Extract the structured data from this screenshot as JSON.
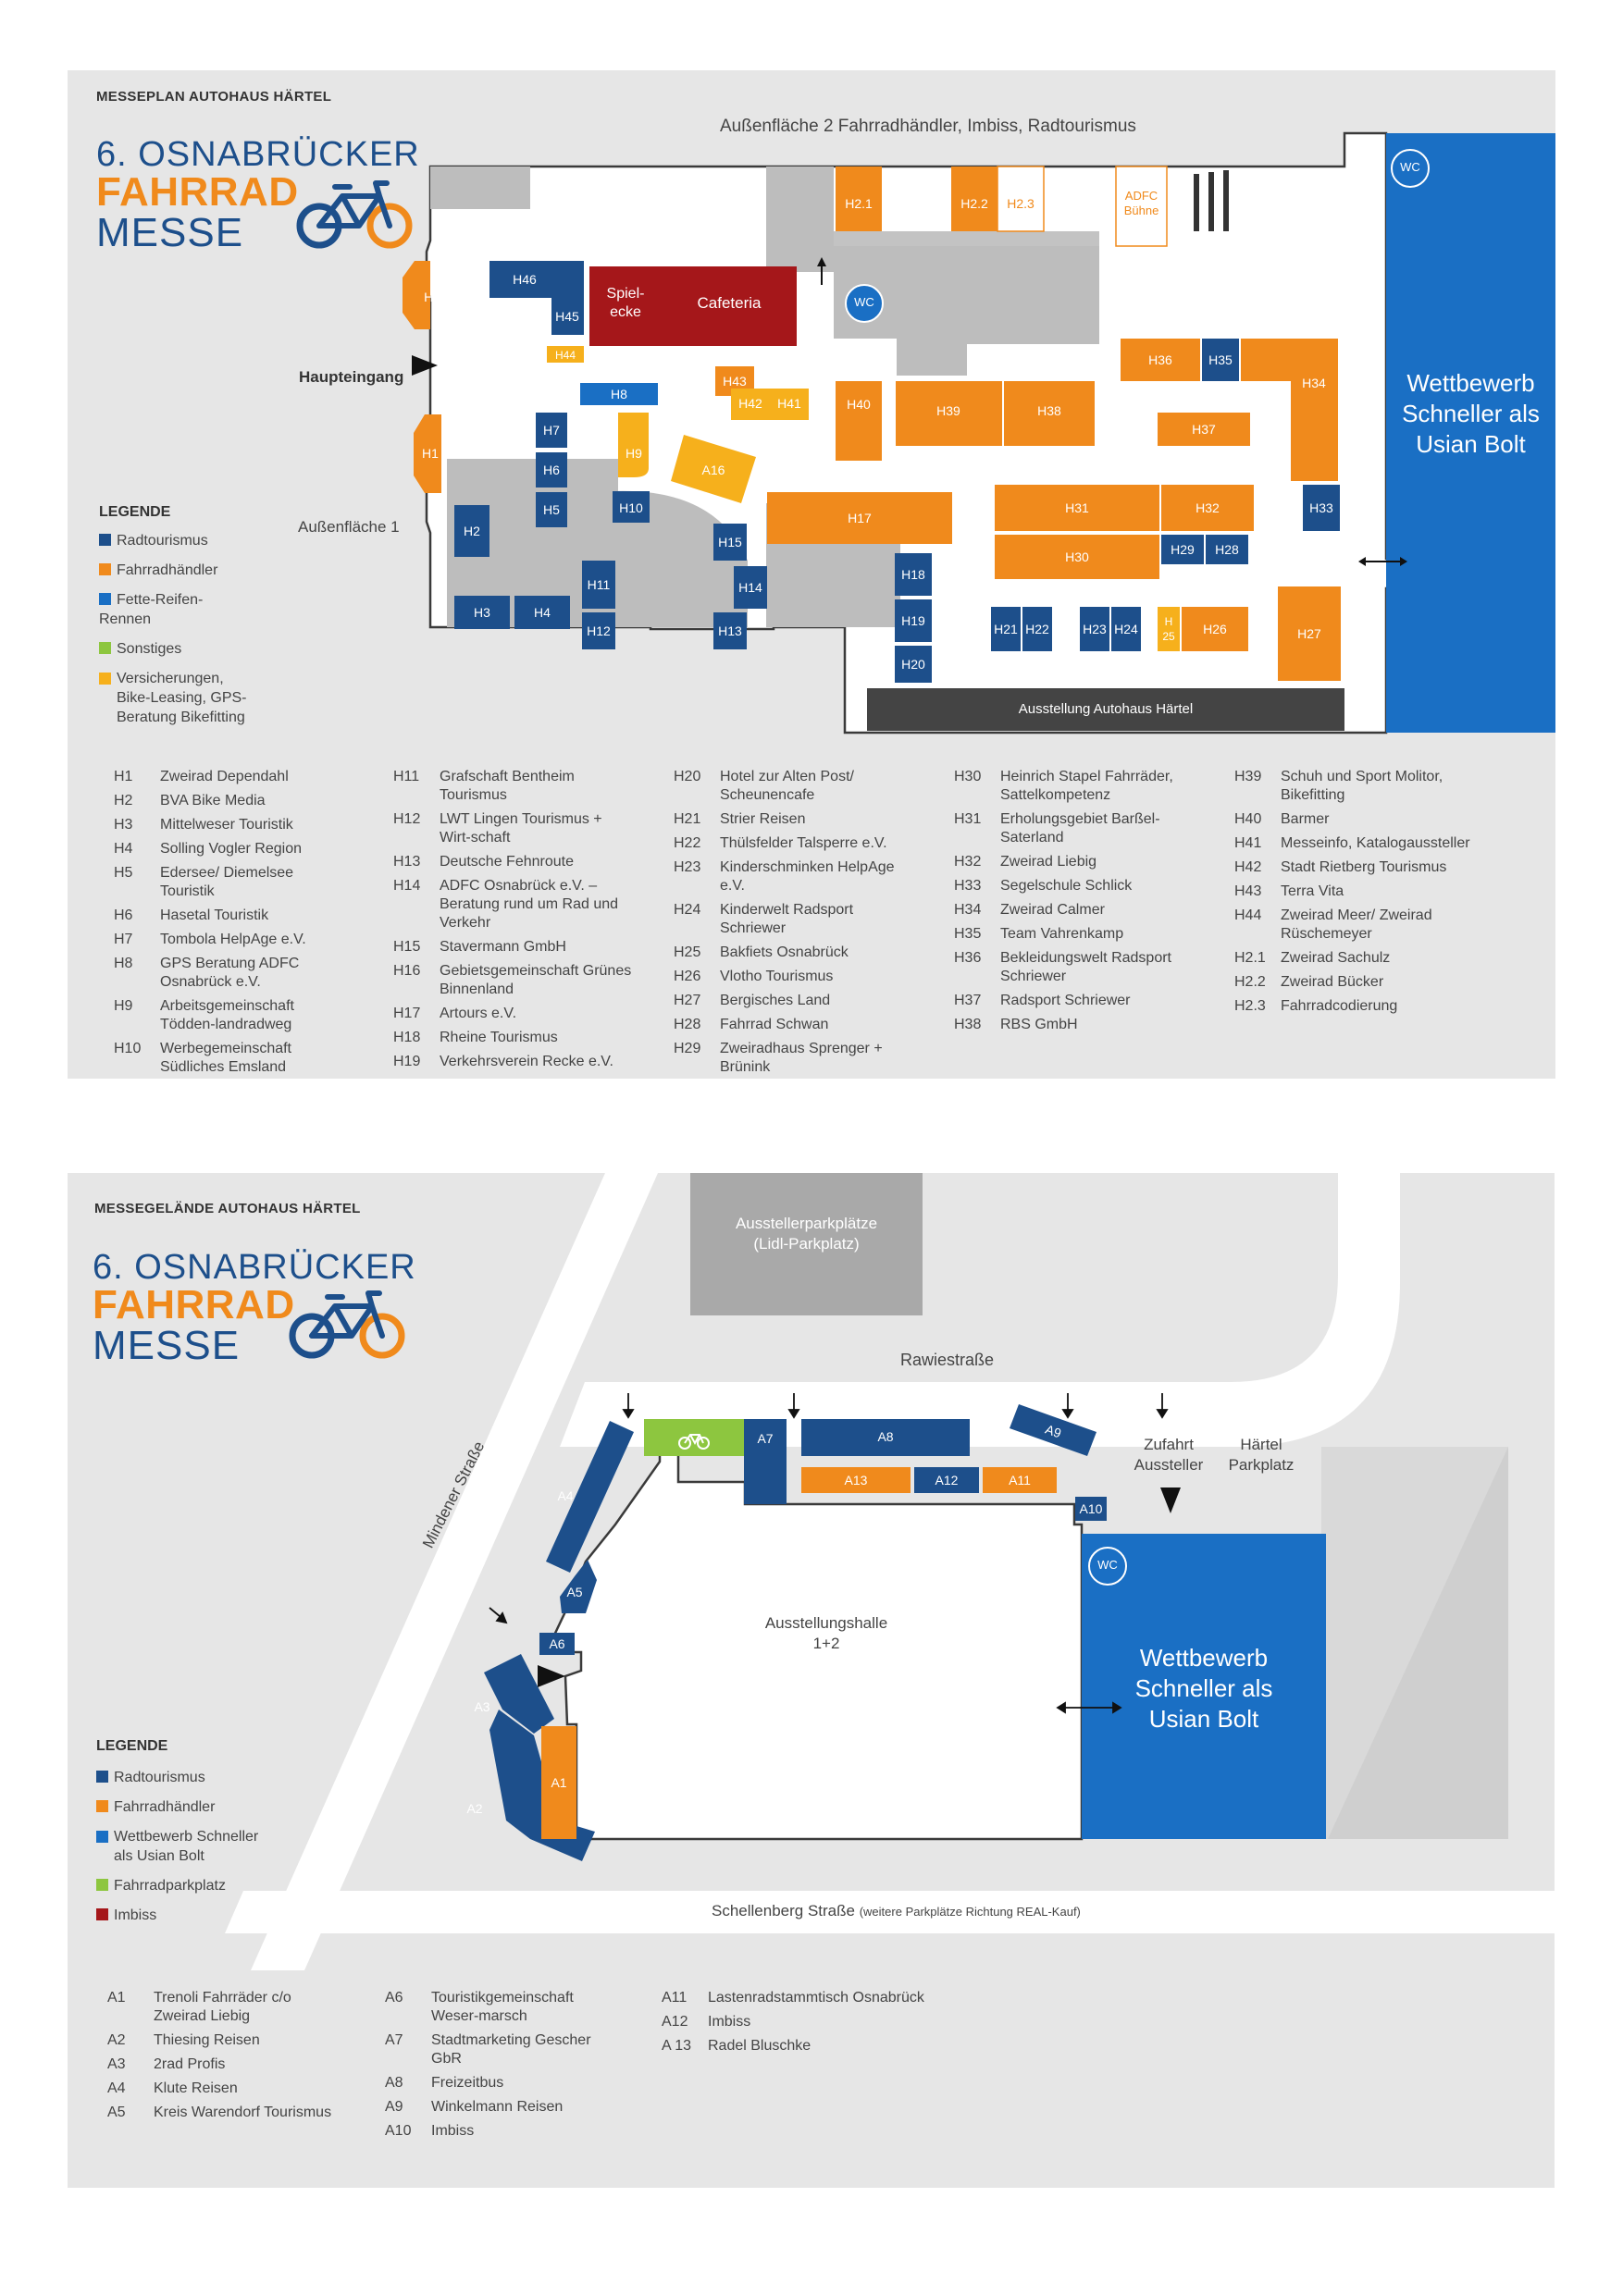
{
  "panel1": {
    "title": "MESSEPLAN AUTOHAUS HÄRTEL",
    "logo": {
      "line1": "6. OSNABRÜCKER",
      "line2": "FAHRRAD",
      "line3": "MESSE"
    },
    "labels": {
      "aussen2": "Außenfläche 2 Fahrradhändler, Imbiss, Radtourismus",
      "haupteingang": "Haupteingang",
      "aussen1": "Außenfläche 1",
      "wc": "WC",
      "wettbewerb": [
        "Wettbewerb",
        "Schneller als",
        "Usian Bolt"
      ],
      "ausstellung": "Ausstellung Autohaus Härtel",
      "cafeteria": "Cafeteria",
      "spielecke": [
        "Spiel-",
        "ecke"
      ],
      "adfc": [
        "ADFC",
        "Bühne"
      ]
    },
    "legend_title": "LEGENDE",
    "legend": [
      {
        "label": "Radtourismus",
        "color": "#1d4f8b"
      },
      {
        "label": "Fahrradhändler",
        "color": "#f08a1c"
      },
      {
        "label": "Fette-Reifen-Rennen",
        "color": "#1a6fc4"
      },
      {
        "label": "Sonstiges",
        "color": "#8dc63f"
      },
      {
        "label": "Versicherungen, Bike-Leasing, GPS-Beratung Bikefitting",
        "color": "#f6b01c"
      }
    ],
    "list_columns": [
      [
        {
          "id": "H1",
          "name": "Zweirad Dependahl"
        },
        {
          "id": "H2",
          "name": "BVA Bike Media"
        },
        {
          "id": "H3",
          "name": "Mittelweser Touristik"
        },
        {
          "id": "H4",
          "name": "Solling Vogler Region"
        },
        {
          "id": "H5",
          "name": "Edersee/ Diemelsee Touristik"
        },
        {
          "id": "H6",
          "name": "Hasetal Touristik"
        },
        {
          "id": "H7",
          "name": "Tombola HelpAge e.V."
        },
        {
          "id": "H8",
          "name": "GPS Beratung ADFC Osnabrück e.V."
        },
        {
          "id": "H9",
          "name": "Arbeitsgemeinschaft Tödden-landradweg"
        },
        {
          "id": "H10",
          "name": "Werbegemeinschaft Südliches Emsland"
        }
      ],
      [
        {
          "id": "H11",
          "name": "Grafschaft Bentheim Tourismus"
        },
        {
          "id": "H12",
          "name": "LWT Lingen Tourismus + Wirt-schaft"
        },
        {
          "id": "H13",
          "name": "Deutsche Fehnroute"
        },
        {
          "id": "H14",
          "name": "ADFC Osnabrück e.V. – Beratung rund um Rad und Verkehr"
        },
        {
          "id": "H15",
          "name": "Stavermann GmbH"
        },
        {
          "id": "H16",
          "name": "Gebietsgemeinschaft Grünes Binnenland"
        },
        {
          "id": "H17",
          "name": "Artours e.V."
        },
        {
          "id": "H18",
          "name": "Rheine Tourismus"
        },
        {
          "id": "H19",
          "name": "Verkehrsverein Recke  e.V."
        }
      ],
      [
        {
          "id": "H20",
          "name": "Hotel zur Alten Post/ Scheunencafe"
        },
        {
          "id": "H21",
          "name": "Strier Reisen"
        },
        {
          "id": "H22",
          "name": "Thülsfelder Talsperre e.V."
        },
        {
          "id": "H23",
          "name": "Kinderschminken HelpAge e.V."
        },
        {
          "id": "H24",
          "name": "Kinderwelt Radsport Schriewer"
        },
        {
          "id": "H25",
          "name": "Bakfiets Osnabrück"
        },
        {
          "id": "H26",
          "name": "Vlotho Tourismus"
        },
        {
          "id": "H27",
          "name": "Bergisches Land"
        },
        {
          "id": "H28",
          "name": "Fahrrad Schwan"
        },
        {
          "id": "H29",
          "name": "Zweiradhaus Sprenger + Brünink"
        }
      ],
      [
        {
          "id": "H30",
          "name": "Heinrich Stapel Fahrräder, Sattelkompetenz"
        },
        {
          "id": "H31",
          "name": "Erholungsgebiet Barßel-Saterland"
        },
        {
          "id": "H32",
          "name": "Zweirad Liebig"
        },
        {
          "id": "H33",
          "name": "Segelschule Schlick"
        },
        {
          "id": "H34",
          "name": "Zweirad Calmer"
        },
        {
          "id": "H35",
          "name": "Team Vahrenkamp"
        },
        {
          "id": "H36",
          "name": "Bekleidungswelt Radsport Schriewer"
        },
        {
          "id": "H37",
          "name": "Radsport Schriewer"
        },
        {
          "id": "H38",
          "name": "RBS GmbH"
        }
      ],
      [
        {
          "id": "H39",
          "name": "Schuh und Sport Molitor, Bikefitting"
        },
        {
          "id": "H40",
          "name": "Barmer"
        },
        {
          "id": "H41",
          "name": "Messeinfo, Katalogaussteller"
        },
        {
          "id": "H42",
          "name": "Stadt Rietberg Tourismus"
        },
        {
          "id": "H43",
          "name": "Terra Vita"
        },
        {
          "id": "H44",
          "name": "Zweirad Meer/ Zweirad Rüschemeyer"
        },
        {
          "id": "H2.1",
          "name": "Zweirad Sachulz"
        },
        {
          "id": "H2.2",
          "name": "Zweirad Bücker"
        },
        {
          "id": "H2.3",
          "name": "Fahrradcodierung"
        }
      ]
    ]
  },
  "panel2": {
    "title": "MESSEGELÄNDE AUTOHAUS HÄRTEL",
    "logo": {
      "line1": "6. OSNABRÜCKER",
      "line2": "FAHRRAD",
      "line3": "MESSE"
    },
    "labels": {
      "parkplaetze": [
        "Ausstellerparkplätze",
        "(Lidl-Parkplatz)"
      ],
      "rawie": "Rawiestraße",
      "mindener": "Mindener Straße",
      "zufahrt": [
        "Zufahrt",
        "Aussteller"
      ],
      "haertel": [
        "Härtel",
        "Parkplatz"
      ],
      "halle": [
        "Ausstellungshalle",
        "1+2"
      ],
      "wc": "WC",
      "wettbewerb": [
        "Wettbewerb",
        "Schneller als",
        "Usian Bolt"
      ],
      "schellenberg": "Schellenberg Straße",
      "schellenberg_note": "(weitere Parkplätze Richtung REAL-Kauf)"
    },
    "legend_title": "LEGENDE",
    "legend": [
      {
        "label": "Radtourismus",
        "color": "#1d4f8b"
      },
      {
        "label": "Fahrradhändler",
        "color": "#f08a1c"
      },
      {
        "label": "Wettbewerb Schneller als Usian Bolt",
        "color": "#1a6fc4"
      },
      {
        "label": "Fahrradparkplatz",
        "color": "#8dc63f"
      },
      {
        "label": "Imbiss",
        "color": "#a5171a"
      }
    ],
    "list_columns": [
      [
        {
          "id": "A1",
          "name": "Trenoli Fahrräder c/o Zweirad Liebig"
        },
        {
          "id": "A2",
          "name": "Thiesing Reisen"
        },
        {
          "id": "A3",
          "name": "2rad Profis"
        },
        {
          "id": "A4",
          "name": "Klute Reisen"
        },
        {
          "id": "A5",
          "name": "Kreis Warendorf Tourismus"
        }
      ],
      [
        {
          "id": "A6",
          "name": "Touristikgemeinschaft Weser-marsch"
        },
        {
          "id": "A7",
          "name": "Stadtmarketing Gescher GbR"
        },
        {
          "id": "A8",
          "name": "Freizeitbus"
        },
        {
          "id": "A9",
          "name": "Winkelmann Reisen"
        },
        {
          "id": "A10",
          "name": "Imbiss"
        }
      ],
      [
        {
          "id": "A11",
          "name": "Lastenradstammtisch Osnabrück"
        },
        {
          "id": "A12",
          "name": "Imbiss"
        },
        {
          "id": "A 13",
          "name": "Radel Bluschke"
        }
      ]
    ]
  }
}
